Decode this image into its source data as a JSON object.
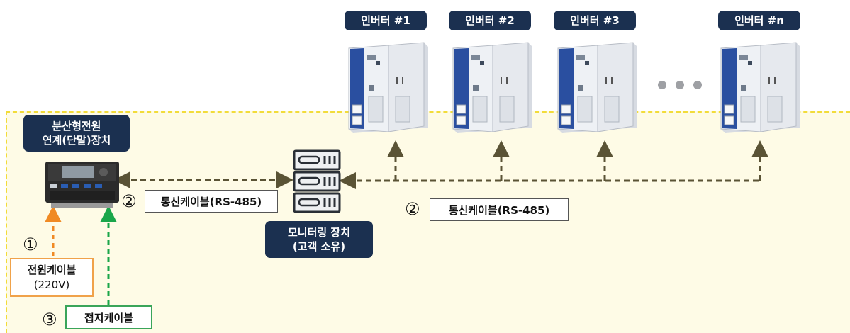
{
  "inverters": [
    {
      "label": "인버터 #1"
    },
    {
      "label": "인버터 #2"
    },
    {
      "label": "인버터 #3"
    },
    {
      "label": "인버터 #n"
    }
  ],
  "der_device": {
    "line1": "분산형전원",
    "line2": "연계(단말)장치"
  },
  "monitoring": {
    "line1": "모니터링 장치",
    "line2": "(고객 소유)"
  },
  "cables": {
    "comm_left": {
      "number": "②",
      "label": "통신케이블(RS-485)"
    },
    "comm_right": {
      "number": "②",
      "label": "통신케이블(RS-485)"
    },
    "power": {
      "number": "①",
      "line1": "전원케이블",
      "line2": "(220V)"
    },
    "ground": {
      "number": "③",
      "label": "접지케이블"
    }
  },
  "colors": {
    "pill": "#1b3050",
    "zone_border": "#f2dc3a",
    "comm_arrow": "#5a5335",
    "power_arrow": "#f08a24",
    "ground_arrow": "#1aa64a",
    "power_box_border": "#f0a24a",
    "ground_box_border": "#3aa55a"
  },
  "icons": {
    "inverter": "inverter-cabinet-icon",
    "server": "server-stack-icon",
    "device": "terminal-device-icon",
    "ellipsis": "ellipsis-dots"
  }
}
